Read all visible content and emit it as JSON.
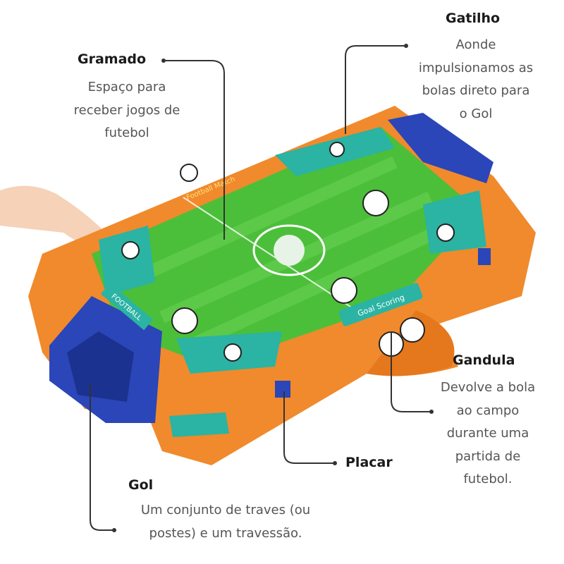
{
  "labels": {
    "gatilho": {
      "title": "Gatilho",
      "lines": [
        "Aonde",
        "impulsionamos as",
        "bolas direto para",
        "o Gol"
      ]
    },
    "gramado": {
      "title": "Gramado",
      "lines": [
        "Espaço para",
        "receber jogos de",
        "futebol"
      ]
    },
    "gandula": {
      "title": "Gandula",
      "lines": [
        "Devolve a bola",
        "ao campo",
        "durante uma",
        "partida de",
        "futebol."
      ]
    },
    "placar": {
      "title": "Placar"
    },
    "gol": {
      "title": "Gol",
      "lines": [
        "Um conjunto de traves (ou",
        "postes) e um travessão."
      ]
    }
  },
  "product": {
    "banner_left": "FOOTBALL",
    "banner_right": "Goal Scoring",
    "banner_top": "Football Match"
  },
  "colors": {
    "frame": "#f08a2c",
    "field": "#4bbf3a",
    "goal": "#2a46b8",
    "teal": "#2bb3a3",
    "leader": "#333333"
  }
}
